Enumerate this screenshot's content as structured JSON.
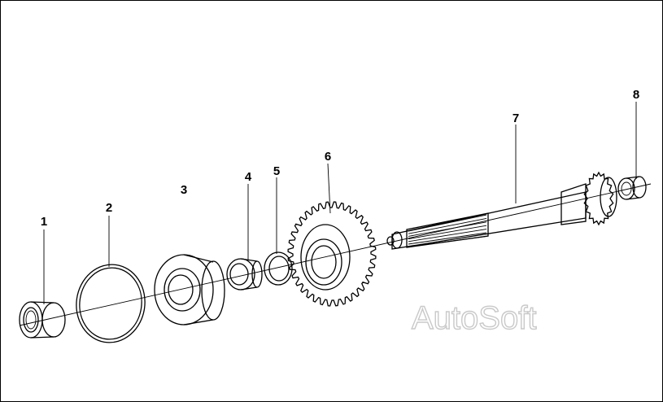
{
  "callouts": [
    {
      "id": "1",
      "label": "1"
    },
    {
      "id": "2",
      "label": "2"
    },
    {
      "id": "3",
      "label": "3"
    },
    {
      "id": "4",
      "label": "4"
    },
    {
      "id": "5",
      "label": "5"
    },
    {
      "id": "6",
      "label": "6"
    },
    {
      "id": "7",
      "label": "7"
    },
    {
      "id": "8",
      "label": "8"
    }
  ],
  "watermark": "AutoSoft",
  "colors": {
    "line": "#000000",
    "background": "#ffffff",
    "watermark_outline": "#c9c9c9",
    "shade": "#dcdcdc"
  }
}
